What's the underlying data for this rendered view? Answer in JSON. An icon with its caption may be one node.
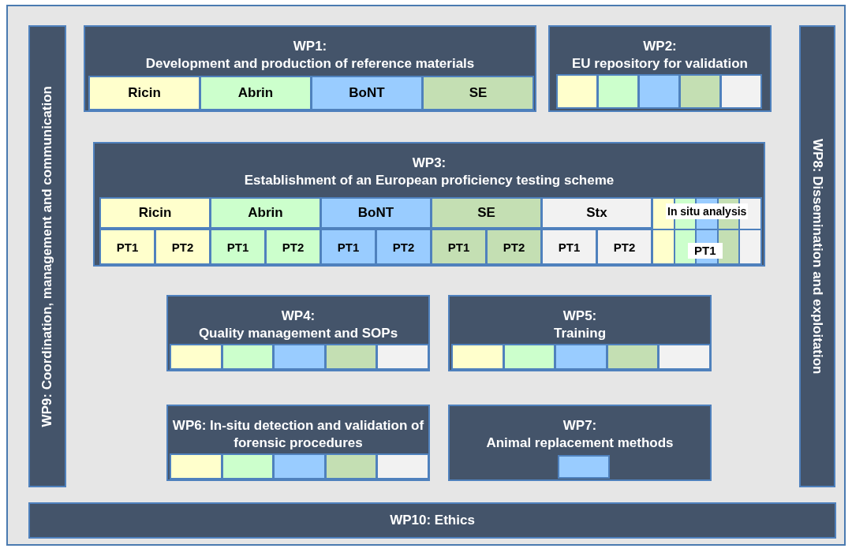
{
  "diagram": {
    "nodes": [
      {
        "text": [
          "WP9: Coordination, management and communication"
        ]
      },
      {
        "text": [
          "WP1:",
          "Development and production of reference materials"
        ]
      },
      {
        "text": [
          "Ricin"
        ],
        "in": 1
      },
      {
        "text": [
          "Abrin"
        ],
        "in": 1
      },
      {
        "text": [
          "BoNT"
        ],
        "in": 1
      },
      {
        "text": [
          "SE"
        ],
        "in": 1
      },
      {
        "text": [
          "WP2:",
          "EU repository for validation"
        ]
      },
      {
        "text": [],
        "shape": "box",
        "in": 6
      },
      {
        "text": [],
        "shape": "box",
        "in": 6
      },
      {
        "text": [],
        "shape": "box",
        "in": 6
      },
      {
        "text": [],
        "shape": "box",
        "in": 6
      },
      {
        "text": [],
        "shape": "box",
        "in": 6
      },
      {
        "text": [
          "WP8: Dissemination and exploitation"
        ]
      },
      {
        "text": [
          "WP3:",
          "Establishment of an European proficiency testing scheme"
        ]
      },
      {
        "text": [
          "Ricin"
        ],
        "in": 13
      },
      {
        "text": [
          "Abrin"
        ],
        "in": 13
      },
      {
        "text": [
          "BoNT"
        ],
        "in": 13
      },
      {
        "text": [
          "SE"
        ],
        "in": 13
      },
      {
        "text": [
          "Stx"
        ],
        "in": 13
      },
      {
        "text": [
          "In situ analysis",
          "PT1"
        ],
        "in": 13
      },
      {
        "text": [
          "PT1"
        ],
        "in": 13
      },
      {
        "text": [
          "PT2"
        ],
        "in": 13
      },
      {
        "text": [
          "PT1"
        ],
        "in": 13
      },
      {
        "text": [
          "PT2"
        ],
        "in": 13
      },
      {
        "text": [
          "PT1"
        ],
        "in": 13
      },
      {
        "text": [
          "PT2"
        ],
        "in": 13
      },
      {
        "text": [
          "PT1"
        ],
        "in": 13
      },
      {
        "text": [
          "PT2"
        ],
        "in": 13
      },
      {
        "text": [
          "PT1"
        ],
        "in": 13
      },
      {
        "text": [
          "PT2"
        ],
        "in": 13
      },
      {
        "text": [
          "WP4:",
          "Quality management and SOPs"
        ]
      },
      {
        "text": [],
        "shape": "box",
        "in": 30
      },
      {
        "text": [],
        "shape": "box",
        "in": 30
      },
      {
        "text": [],
        "shape": "box",
        "in": 30
      },
      {
        "text": [],
        "shape": "box",
        "in": 30
      },
      {
        "text": [],
        "shape": "box",
        "in": 30
      },
      {
        "text": [
          "WP5:",
          "Training"
        ]
      },
      {
        "text": [],
        "shape": "box",
        "in": 36
      },
      {
        "text": [],
        "shape": "box",
        "in": 36
      },
      {
        "text": [],
        "shape": "box",
        "in": 36
      },
      {
        "text": [],
        "shape": "box",
        "in": 36
      },
      {
        "text": [],
        "shape": "box",
        "in": 36
      },
      {
        "text": [
          "WP6: In-situ detection and validation of forensic procedures"
        ]
      },
      {
        "text": [],
        "shape": "box",
        "in": 42
      },
      {
        "text": [],
        "shape": "box",
        "in": 42
      },
      {
        "text": [],
        "shape": "box",
        "in": 42
      },
      {
        "text": [],
        "shape": "box",
        "in": 42
      },
      {
        "text": [],
        "shape": "box",
        "in": 42
      },
      {
        "text": [
          "WP7:",
          "Animal replacement methods"
        ]
      },
      {
        "text": [],
        "shape": "box",
        "in": 48
      },
      {
        "text": [
          "WP10: Ethics"
        ]
      }
    ]
  }
}
